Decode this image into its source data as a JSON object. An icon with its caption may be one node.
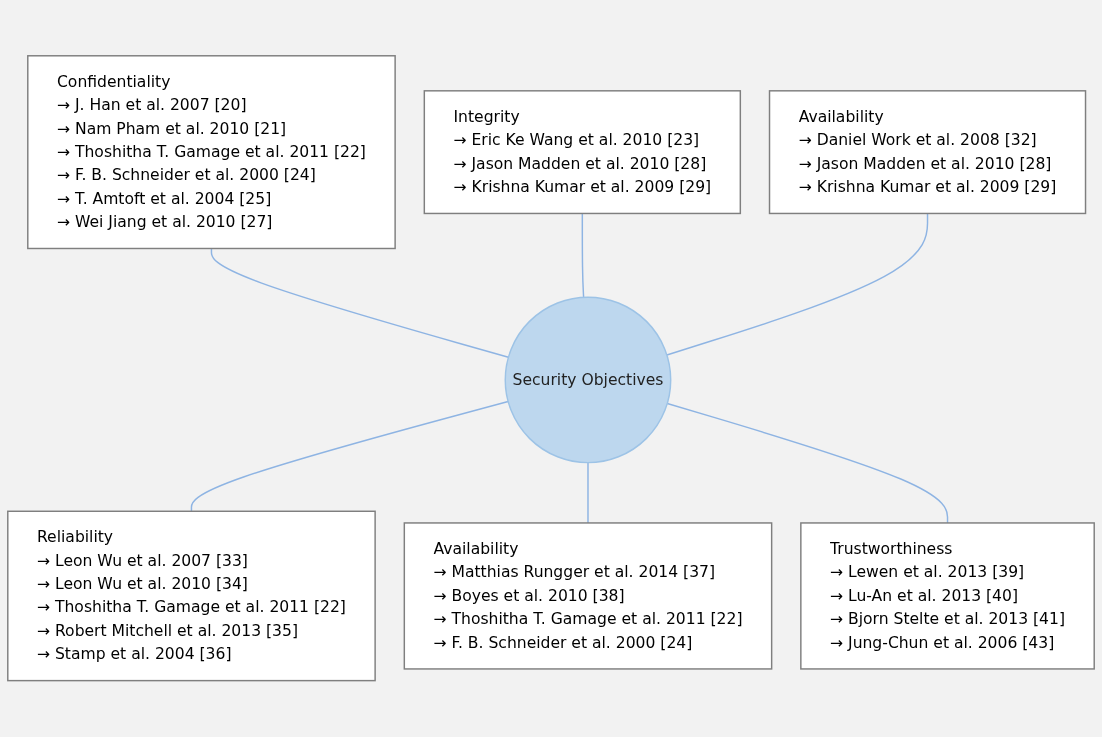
{
  "diagram": {
    "nodes": [
      {
        "text": [
          "Confidentiality",
          "→ J. Han et al. 2007 [20]",
          "→ Nam Pham et al. 2010 [21]",
          "→ Thoshitha T. Gamage et al. 2011 [22]",
          "→ F. B. Schneider et al. 2000 [24]",
          "→ T. Amtoft et al. 2004 [25]",
          "→ Wei Jiang et al. 2010 [27]"
        ]
      },
      {
        "text": [
          "Integrity",
          "→ Eric Ke Wang et al. 2010 [23]",
          "→ Jason Madden et al. 2010 [28]",
          "→ Krishna Kumar et al. 2009 [29]"
        ]
      },
      {
        "text": [
          "Availability",
          "→ Daniel Work et al. 2008 [32]",
          "→ Jason Madden et al. 2010 [28]",
          "→ Krishna Kumar et al. 2009 [29]"
        ]
      },
      {
        "text": [
          "Security Objectives"
        ]
      },
      {
        "text": [
          "Reliability",
          "→ Leon Wu et al. 2007 [33]",
          "→ Leon Wu et al. 2010 [34]",
          "→ Thoshitha T. Gamage et al. 2011 [22]",
          "→ Robert Mitchell et al. 2013 [35]",
          "→ Stamp et al. 2004 [36]"
        ]
      },
      {
        "text": [
          "Availability",
          "→ Matthias Rungger et al. 2014 [37]",
          "→ Boyes et al. 2010 [38]",
          "→ Thoshitha T. Gamage et al. 2011 [22]",
          "→ F. B. Schneider et al. 2000 [24]"
        ]
      },
      {
        "text": [
          "Trustworthiness",
          "→ Lewen et al. 2013 [39]",
          "→ Lu-An et al. 2013 [40]",
          "→ Bjorn Stelte et al. 2013 [41]",
          "→ Jung-Chun et al. 2006 [43]"
        ]
      }
    ],
    "edges": [
      {
        "from": 0,
        "to": 3,
        "arrow": "none"
      },
      {
        "from": 1,
        "to": 3,
        "arrow": "none"
      },
      {
        "from": 2,
        "to": 3,
        "arrow": "none"
      },
      {
        "from": 3,
        "to": 4,
        "arrow": "none"
      },
      {
        "from": 3,
        "to": 5,
        "arrow": "none"
      },
      {
        "from": 3,
        "to": 6,
        "arrow": "none"
      }
    ]
  }
}
